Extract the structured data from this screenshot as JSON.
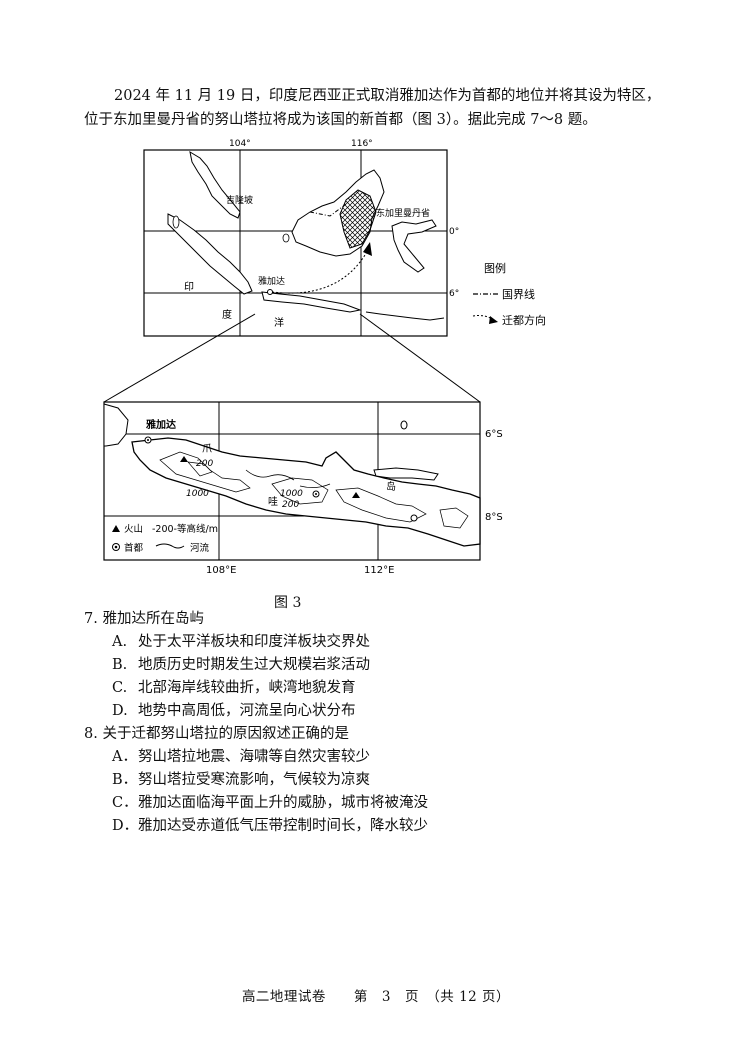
{
  "intro": {
    "line1": "2024 年 11 月 19 日，印度尼西亚正式取消雅加达作为首都的地位并将其设为特区，",
    "line2": "位于东加里曼丹省的努山塔拉将成为该国的新首都（图 3）。据此完成 7～8 题。"
  },
  "map_top": {
    "lon_labels": [
      "104°",
      "116°"
    ],
    "lat_labels": [
      "0°",
      "6°"
    ],
    "place_labels": {
      "kuala_lumpur": "吉隆坡",
      "east_kalimantan": "东加里曼丹省",
      "jakarta": "雅加达",
      "ocean1": "印",
      "ocean2": "度",
      "ocean3": "洋"
    },
    "legend": {
      "title": "图例",
      "border": "国界线",
      "relocation": "迁都方向"
    }
  },
  "map_java": {
    "lat_labels": [
      "6°S",
      "8°S"
    ],
    "lon_labels": [
      "108°E",
      "112°E"
    ],
    "jakarta": "雅加达",
    "island_chars": [
      "爪",
      "哇",
      "岛"
    ],
    "contours": [
      "200",
      "1000",
      "1000",
      "200"
    ],
    "legend": {
      "volcano": "火山",
      "contour": "-200-等高线/m",
      "capital": "首都",
      "river": "河流"
    }
  },
  "figure_caption": "图 3",
  "questions": [
    {
      "number": "7.",
      "stem": "雅加达所在岛屿",
      "options": [
        {
          "label": "A.",
          "text": "处于太平洋板块和印度洋板块交界处"
        },
        {
          "label": "B.",
          "text": "地质历史时期发生过大规模岩浆活动"
        },
        {
          "label": "C.",
          "text": "北部海岸线较曲折，峡湾地貌发育"
        },
        {
          "label": "D.",
          "text": "地势中高周低，河流呈向心状分布"
        }
      ]
    },
    {
      "number": "8.",
      "stem": "关于迁都努山塔拉的原因叙述正确的是",
      "options": [
        {
          "label": "A．",
          "text": "努山塔拉地震、海啸等自然灾害较少"
        },
        {
          "label": "B．",
          "text": "努山塔拉受寒流影响，气候较为凉爽"
        },
        {
          "label": "C．",
          "text": "雅加达面临海平面上升的威胁，城市将被淹没"
        },
        {
          "label": "D．",
          "text": "雅加达受赤道低气压带控制时间长，降水较少"
        }
      ]
    }
  ],
  "footer": "高二地理试卷　　第　3　页　（共 12 页）"
}
